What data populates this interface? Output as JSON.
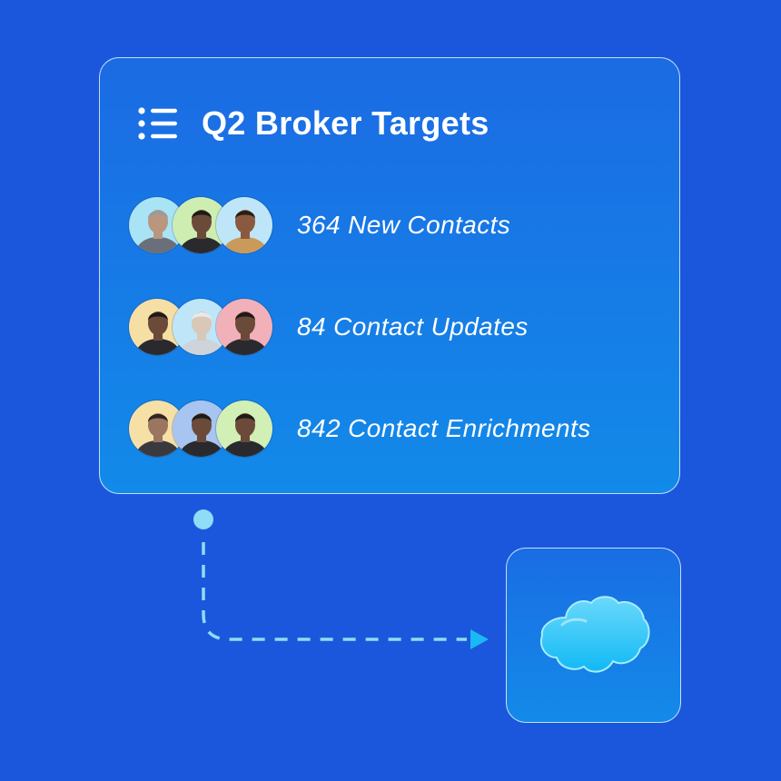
{
  "card": {
    "title": "Q2 Broker Targets",
    "rows": [
      {
        "label": "364 New Contacts",
        "avatars": [
          {
            "bg": "#a9e3f6",
            "skin": "#b9977f",
            "hair": "#9a9a9a",
            "shirt": "#6a6f79"
          },
          {
            "bg": "#cdeeb0",
            "skin": "#6b4a3a",
            "hair": "#1f1a17",
            "shirt": "#2a2a2e"
          },
          {
            "bg": "#bfe6f8",
            "skin": "#8a5a40",
            "hair": "#2a1d16",
            "shirt": "#c99a5a"
          }
        ]
      },
      {
        "label": "84 Contact Updates",
        "avatars": [
          {
            "bg": "#f6dfa4",
            "skin": "#6b4a3a",
            "hair": "#1f1a17",
            "shirt": "#2a2a2e"
          },
          {
            "bg": "#bfe6f8",
            "skin": "#d9c7b8",
            "hair": "#e8e8e8",
            "shirt": "#cfd3da"
          },
          {
            "bg": "#f2b0b8",
            "skin": "#6b4a3a",
            "hair": "#1f1a17",
            "shirt": "#2a2a2e"
          }
        ]
      },
      {
        "label": "842 Contact Enrichments",
        "avatars": [
          {
            "bg": "#f7e0a6",
            "skin": "#9a7560",
            "hair": "#2e2622",
            "shirt": "#3a3a3e"
          },
          {
            "bg": "#a8c4f0",
            "skin": "#6b4a3a",
            "hair": "#1f1a17",
            "shirt": "#2a2a2e"
          },
          {
            "bg": "#d2efb5",
            "skin": "#6b4a3a",
            "hair": "#1f1a17",
            "shirt": "#2a2a2e"
          }
        ]
      }
    ]
  },
  "colors": {
    "background": "#1b57dc",
    "connector": "#8fdcf7",
    "arrow": "#1ab8f5",
    "cloud_fill": "#1fc4f7",
    "cloud_highlight": "#a7ecff"
  },
  "icons": {
    "list": "list-icon",
    "target": "cloud-icon"
  }
}
